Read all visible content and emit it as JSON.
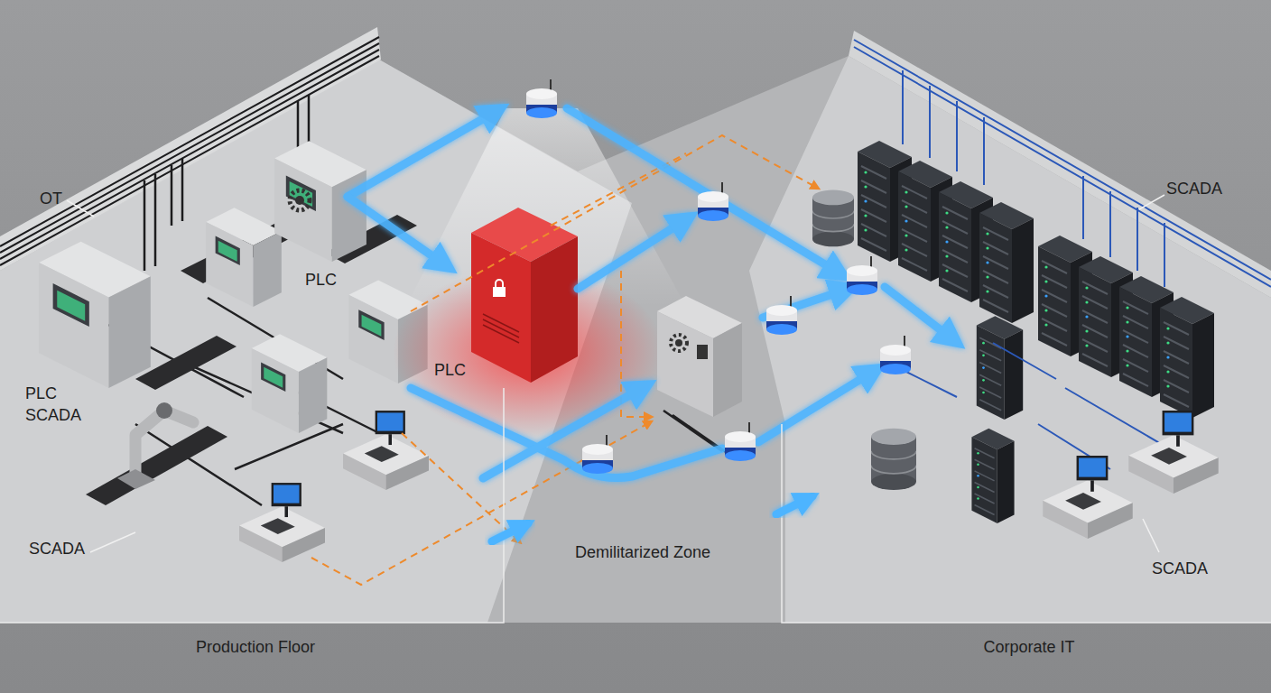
{
  "diagram": {
    "nodes": [
      {
        "text": [
          "Production Floor"
        ]
      },
      {
        "text": [
          "Demilitarized Zone"
        ]
      },
      {
        "text": [
          "Corporate IT"
        ]
      }
    ],
    "edges": [
      {
        "from": 0,
        "to": 1,
        "arrow": "to"
      },
      {
        "from": 1,
        "to": 2,
        "arrow": "to"
      }
    ],
    "labels": [
      "OT",
      "PLC",
      "PLC SCADA",
      "PLC",
      "SCADA",
      "SCADA",
      "SCADA"
    ]
  }
}
